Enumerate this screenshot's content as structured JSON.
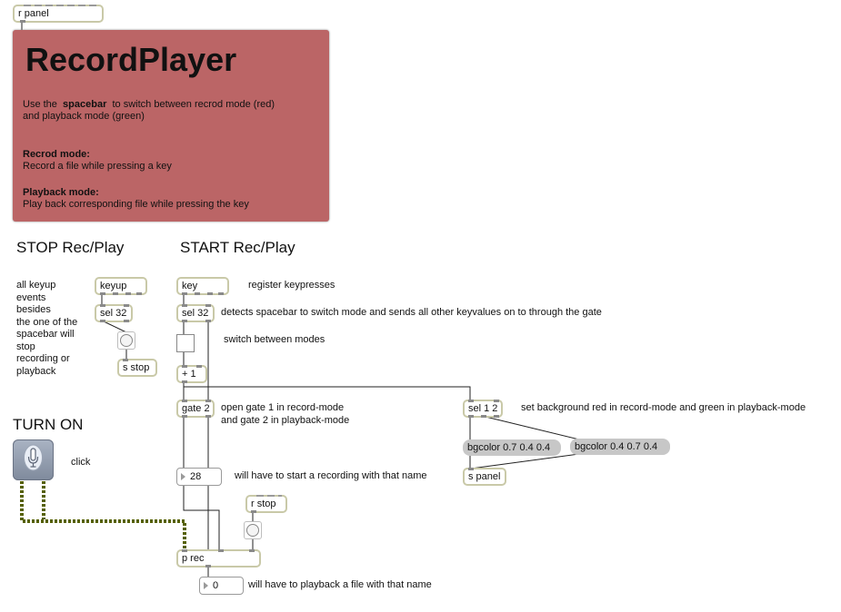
{
  "objects": {
    "r_panel": "r panel",
    "keyup": "keyup",
    "sel32_keyup": "sel 32",
    "s_stop": "s stop",
    "key": "key",
    "sel32_key": "sel 32",
    "plus1": "+ 1",
    "gate2": "gate 2",
    "sel12": "sel 1 2",
    "s_panel": "s panel",
    "r_stop": "r stop",
    "p_rec": "p rec"
  },
  "messages": {
    "bgcolor_red": "bgcolor 0.7 0.4 0.4",
    "bgcolor_green": "bgcolor 0.4 0.7 0.4"
  },
  "numbers": {
    "record_num": "28",
    "play_num": "0"
  },
  "panel": {
    "title": "RecordPlayer",
    "use_the": "Use the",
    "spacebar": "spacebar",
    "desc_1": "to switch between recrod mode (red)",
    "desc_2": "and playback mode (green)",
    "record_heading": "Recrod mode:",
    "record_text": "Record a file while pressing a key",
    "playback_heading": "Playback mode:",
    "playback_text": "Play back corresponding file while pressing the key"
  },
  "labels": {
    "stop_title": "STOP Rec/Play",
    "start_title": "START Rec/Play",
    "turn_on": "TURN ON",
    "click": "click",
    "keyup_comment": [
      "all keyup",
      "events",
      "besides",
      "the one of the",
      "spacebar will",
      "stop",
      "recording or",
      "playback"
    ],
    "register": "register keypresses",
    "detects": "detects spacebar to switch mode and sends all other keyvalues on to through the gate",
    "switch_modes": "switch between modes",
    "open_gate_1": "open gate 1 in record-mode",
    "open_gate_2": "and gate 2 in playback-mode",
    "set_bg": "set background red  in record-mode and green in playback-mode",
    "start_recording": "will have to start a recording with that name",
    "playback_file": "will have to playback a file with that name"
  },
  "icons": {
    "mic": "microphone-icon"
  },
  "colors": {
    "panel_bg": "#bb6566",
    "patch_cord": "#222222",
    "signal_cord": "#6b7a00"
  }
}
